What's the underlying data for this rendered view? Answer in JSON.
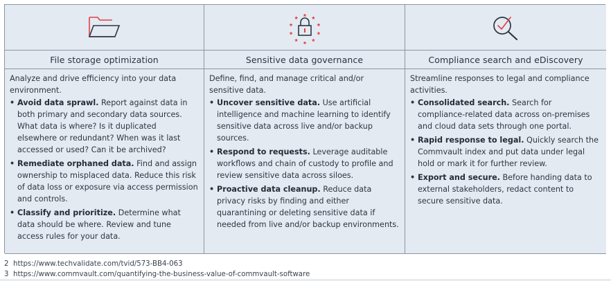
{
  "colors": {
    "accent_red": "#e0404a",
    "icon_dark": "#2f3542",
    "cell_bg": "#e4eaf1",
    "border": "#8a95a3"
  },
  "columns": [
    {
      "icon": "folder-icon",
      "heading": "File storage optimization",
      "intro": "Analyze and drive efficiency into your data environment.",
      "bullets": [
        {
          "title": "Avoid data sprawl.",
          "text": " Report against data in both primary and secondary data sources. What data is where? Is it duplicated elsewhere or redundant? When was it last accessed or used? Can it be archived?"
        },
        {
          "title": "Remediate orphaned data.",
          "text": " Find and assign ownership to misplaced data. Reduce this risk of data loss or exposure via access permission and controls."
        },
        {
          "title": "Classify and prioritize.",
          "text": " Determine what data should be where. Review and tune access rules for your data."
        }
      ]
    },
    {
      "icon": "lock-stars-icon",
      "heading": "Sensitive data governance",
      "intro": "Define, find, and manage critical and/or sensitive data.",
      "bullets": [
        {
          "title": "Uncover sensitive data.",
          "text": " Use artificial intelligence and machine learning to identify sensitive data across live and/or backup sources."
        },
        {
          "title": "Respond to requests.",
          "text": " Leverage auditable workflows and chain of custody to profile and review sensitive data across siloes."
        },
        {
          "title": "Proactive data cleanup.",
          "text": " Reduce data privacy risks by finding and either quarantining or deleting sensitive data if needed from live and/or backup environments."
        }
      ]
    },
    {
      "icon": "search-check-icon",
      "heading": "Compliance search and eDiscovery",
      "intro": "Streamline responses to legal and compliance activities.",
      "bullets": [
        {
          "title": "Consolidated search.",
          "text": " Search for compliance-related data across on-premises and cloud data sets through one portal."
        },
        {
          "title": "Rapid response to legal.",
          "text": " Quickly search the Commvault index and put data under legal hold or mark it for further review."
        },
        {
          "title": "Export and secure.",
          "text": " Before handing data to external stakeholders, redact content to secure sensitive data."
        }
      ]
    }
  ],
  "footnotes": [
    {
      "num": "2",
      "text": "https://www.techvalidate.com/tvid/573-BB4-063"
    },
    {
      "num": "3",
      "text": "https://www.commvault.com/quantifying-the-business-value-of-commvault-software"
    }
  ]
}
